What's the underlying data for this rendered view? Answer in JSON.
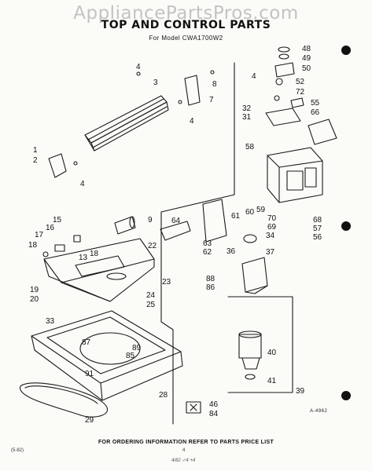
{
  "watermark": "AppliancePartsPros.com",
  "title": "TOP AND CONTROL PARTS",
  "subtitle": "For Model CWA1700W2",
  "footer_note": "FOR ORDERING INFORMATION REFER TO PARTS PRICE LIST",
  "document_code": "(5-82)",
  "page_number": "4",
  "figure_ref": "A-4962",
  "handwritten_note": "4/82  ✓4  +4",
  "callouts": [
    {
      "label": "1"
    },
    {
      "label": "2"
    },
    {
      "label": "3"
    },
    {
      "label": "4"
    },
    {
      "label": "4"
    },
    {
      "label": "4"
    },
    {
      "label": "7"
    },
    {
      "label": "8"
    },
    {
      "label": "4"
    },
    {
      "label": "48"
    },
    {
      "label": "49"
    },
    {
      "label": "50"
    },
    {
      "label": "52"
    },
    {
      "label": "72"
    },
    {
      "label": "55"
    },
    {
      "label": "66"
    },
    {
      "label": "32"
    },
    {
      "label": "31"
    },
    {
      "label": "58"
    },
    {
      "label": "9"
    },
    {
      "label": "64"
    },
    {
      "label": "61"
    },
    {
      "label": "60"
    },
    {
      "label": "59"
    },
    {
      "label": "70"
    },
    {
      "label": "69"
    },
    {
      "label": "68"
    },
    {
      "label": "57"
    },
    {
      "label": "56"
    },
    {
      "label": "34"
    },
    {
      "label": "15"
    },
    {
      "label": "16"
    },
    {
      "label": "17"
    },
    {
      "label": "18"
    },
    {
      "label": "13"
    },
    {
      "label": "18"
    },
    {
      "label": "22"
    },
    {
      "label": "63"
    },
    {
      "label": "62"
    },
    {
      "label": "36"
    },
    {
      "label": "37"
    },
    {
      "label": "19"
    },
    {
      "label": "20"
    },
    {
      "label": "23"
    },
    {
      "label": "88"
    },
    {
      "label": "86"
    },
    {
      "label": "24"
    },
    {
      "label": "25"
    },
    {
      "label": "33"
    },
    {
      "label": "87"
    },
    {
      "label": "89"
    },
    {
      "label": "85"
    },
    {
      "label": "91"
    },
    {
      "label": "40"
    },
    {
      "label": "41"
    },
    {
      "label": "39"
    },
    {
      "label": "28"
    },
    {
      "label": "29"
    },
    {
      "label": "46"
    },
    {
      "label": "84"
    }
  ]
}
